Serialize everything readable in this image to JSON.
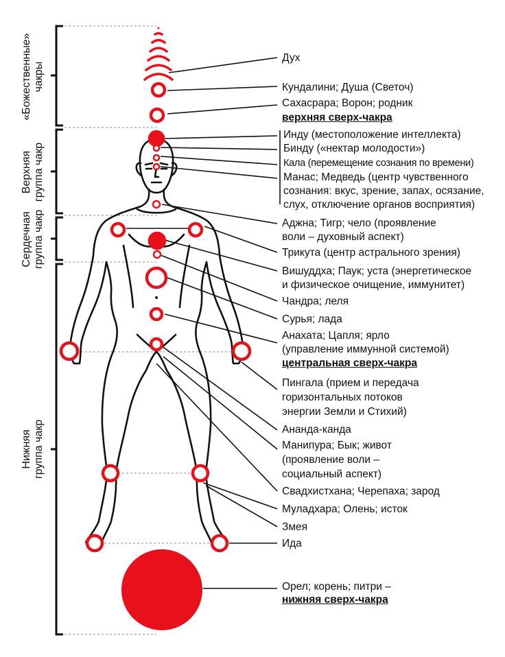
{
  "colors": {
    "chakra_red": "#e8101a",
    "outline": "#111111",
    "dashed": "#888888"
  },
  "groups": [
    {
      "line1": "«Божественные»",
      "line2": "чакры"
    },
    {
      "line1": "Верхняя",
      "line2": "группа чакр"
    },
    {
      "line1": "Сердечная",
      "line2": "группа чакр"
    },
    {
      "line1": "Нижняя",
      "line2": "группа чакр"
    }
  ],
  "labels": [
    {
      "text": "Дух"
    },
    {
      "text": "Кундалини; Душа (Светоч)"
    },
    {
      "text": "Сахасрара; Ворон; родник"
    },
    {
      "text": "верхняя сверх-чакра"
    },
    {
      "text": "Инду (местоположение интеллекта)"
    },
    {
      "text": "Бинду («нектар молодости»)"
    },
    {
      "text": "Кала (перемещение сознания по времени)"
    },
    {
      "text": "Манас; Медведь (центр чувственного"
    },
    {
      "text": "сознания: вкус, зрение, запах, осязание,"
    },
    {
      "text": "слух, отключение органов восприятия)"
    },
    {
      "text": "Аджна; Тигр; чело (проявление"
    },
    {
      "text": "воли – духовный аспект)"
    },
    {
      "text": "Трикута (центр астрального зрения)"
    },
    {
      "text": "Вишуддха; Паук; уста (энергетическое"
    },
    {
      "text": "и физическое очищение, иммунитет)"
    },
    {
      "text": "Чандра; леля"
    },
    {
      "text": "Сурья; лада"
    },
    {
      "text": "Анахата; Цапля; ярло"
    },
    {
      "text": "(управление иммунной системой)"
    },
    {
      "text": "центральная сверх-чакра"
    },
    {
      "text": "Пингала (прием и передача"
    },
    {
      "text": "горизонтальных потоков"
    },
    {
      "text": "энергии Земли и Стихий)"
    },
    {
      "text": "Ананда-канда"
    },
    {
      "text": "Манипура; Бык; живот"
    },
    {
      "text": "(проявление воли –"
    },
    {
      "text": "социальный аспект)"
    },
    {
      "text": "Свадхистхана; Черепаха; зарод"
    },
    {
      "text": "Муладхара; Олень; исток"
    },
    {
      "text": "Змея"
    },
    {
      "text": "Ида"
    },
    {
      "text": "Орел; корень; питри –"
    },
    {
      "text": "нижняя сверх-чакра"
    }
  ]
}
